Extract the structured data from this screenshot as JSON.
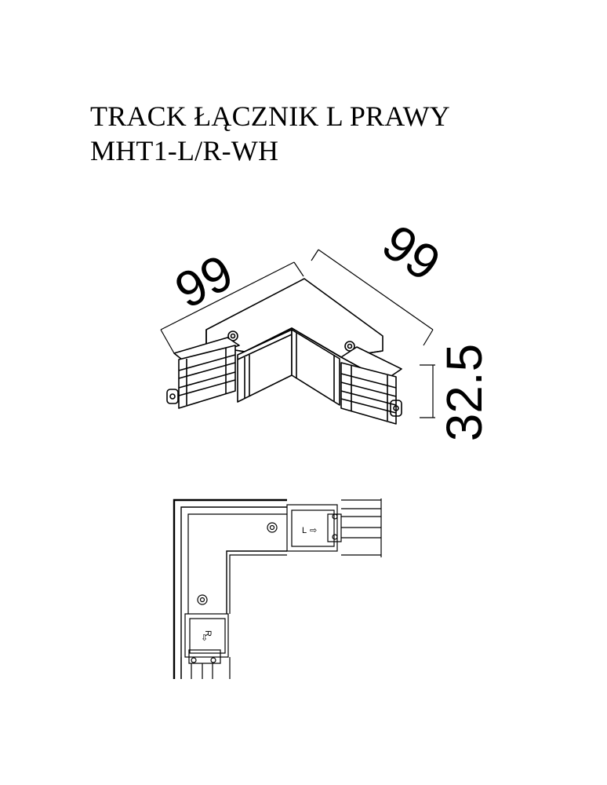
{
  "title": {
    "line1": "TRACK ŁĄCZNIK L PRAWY",
    "line2": "MHT1-L/R-WH"
  },
  "dimensions": {
    "left_length": "99",
    "right_length": "99",
    "height": "32.5"
  },
  "connector_labels": {
    "left_marker": "L",
    "right_marker": "R",
    "arrow": "⇨"
  }
}
